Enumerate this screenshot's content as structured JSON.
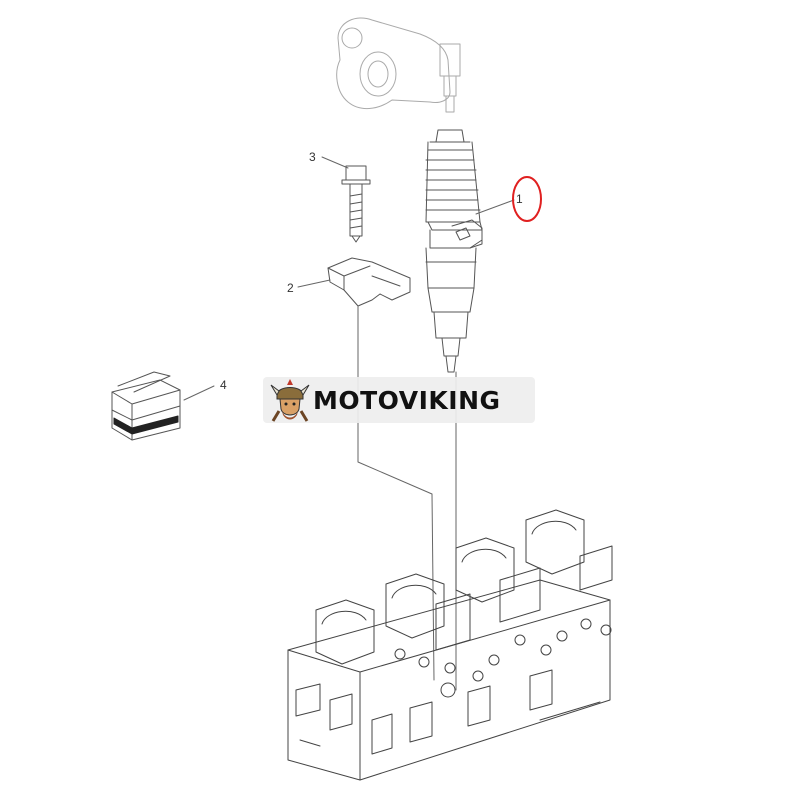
{
  "callouts": {
    "c1": "1",
    "c2": "2",
    "c3": "3",
    "c4": "4"
  },
  "watermark": {
    "text": "MOTOVIKING",
    "logo_icon": "viking-mascot-icon"
  },
  "colors": {
    "highlight_ring": "#e02020",
    "line": "#555555",
    "watermark_bg": "#eeeeee"
  }
}
